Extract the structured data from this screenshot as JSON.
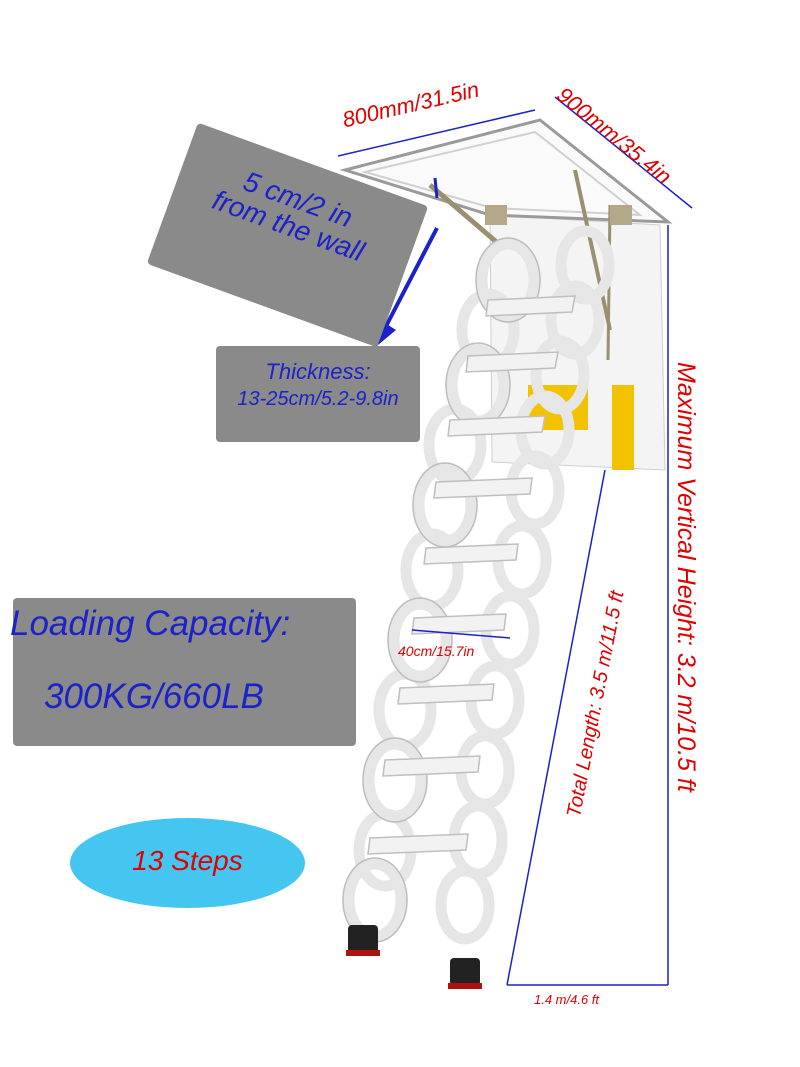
{
  "callouts": {
    "wall_gap": "5 cm/2 in\nfrom the wall",
    "thickness_title": "Thickness:",
    "thickness_value": "13-25cm/5.2-9.8in",
    "loading_title": "Loading Capacity:",
    "loading_value": "300KG/660LB",
    "steps": "13 Steps"
  },
  "dimensions": {
    "opening_width": "800mm/31.5in",
    "opening_length": "900mm/35.4in",
    "step_width": "40cm/15.7in",
    "total_length": "Total Length: 3.5 m/11.5 ft",
    "max_height": "Maximum Vertical Height: 3.2 m/10.5 ft",
    "base_distance": "1.4 m/4.6 ft"
  },
  "colors": {
    "label_blue": "#1a22c8",
    "label_red": "#e00000",
    "box_gray": "#8a8a8a",
    "badge_cyan": "#45c6f0"
  }
}
